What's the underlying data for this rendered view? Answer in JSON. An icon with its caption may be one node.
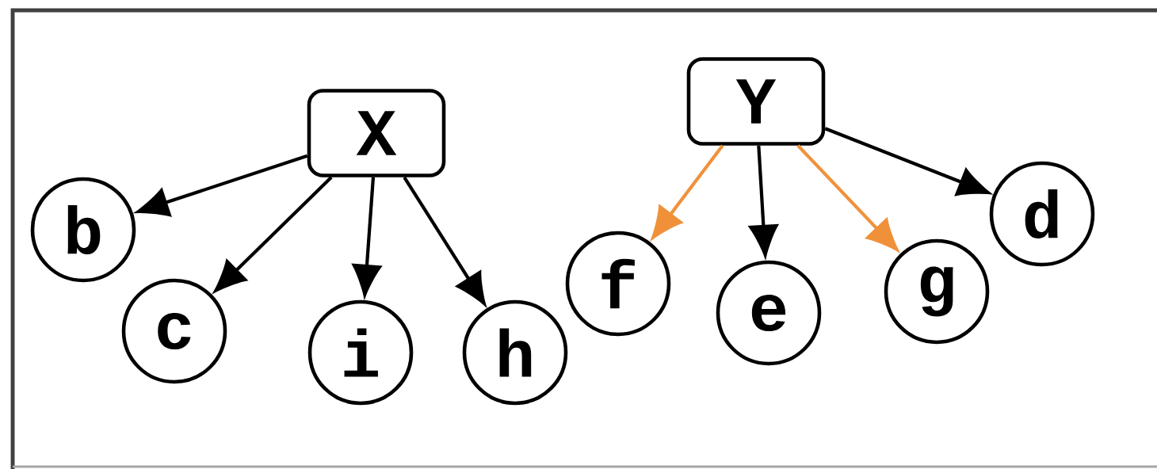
{
  "diagram": {
    "nodes": [
      {
        "text": [
          "X"
        ]
      },
      {
        "text": [
          "Y"
        ]
      },
      {
        "text": [
          "b"
        ]
      },
      {
        "text": [
          "c"
        ]
      },
      {
        "text": [
          "i"
        ]
      },
      {
        "text": [
          "h"
        ]
      },
      {
        "text": [
          "f"
        ]
      },
      {
        "text": [
          "e"
        ]
      },
      {
        "text": [
          "g"
        ]
      },
      {
        "text": [
          "d"
        ]
      }
    ],
    "edges": [
      {
        "from": 0,
        "to": 2,
        "arrow": "to"
      },
      {
        "from": 0,
        "to": 3,
        "arrow": "to"
      },
      {
        "from": 0,
        "to": 4,
        "arrow": "to"
      },
      {
        "from": 0,
        "to": 5,
        "arrow": "to"
      },
      {
        "from": 1,
        "to": 6,
        "arrow": "to",
        "color": "#f0913a"
      },
      {
        "from": 1,
        "to": 7,
        "arrow": "to"
      },
      {
        "from": 1,
        "to": 8,
        "arrow": "to",
        "color": "#f0913a"
      },
      {
        "from": 1,
        "to": 9,
        "arrow": "to"
      }
    ]
  }
}
